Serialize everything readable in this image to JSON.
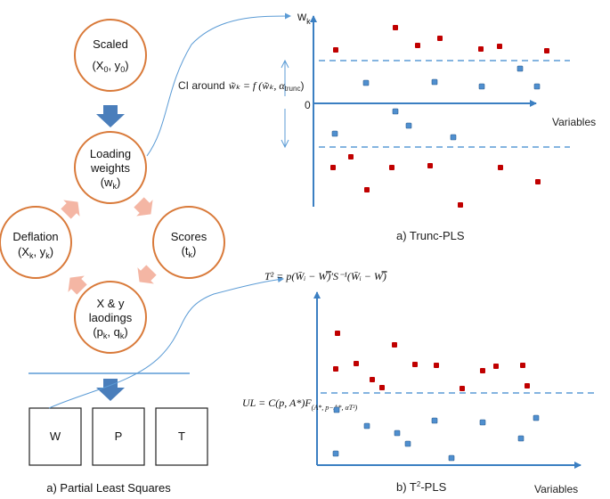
{
  "flow": {
    "scaled": {
      "title": "Scaled",
      "vars": "(X",
      "s1": "0",
      "mid": ", y",
      "s2": "0",
      "end": ")"
    },
    "loading": {
      "line1": "Loading",
      "line2": "weights",
      "open": "(w",
      "s": "k",
      "close": ")"
    },
    "scores": {
      "title": "Scores",
      "open": "(t",
      "s": "k",
      "close": ")"
    },
    "xy": {
      "line1": "X & y",
      "line2": "laodings",
      "open": "(p",
      "s1": "k",
      "mid": ", q",
      "s2": "k",
      "close": ")"
    },
    "deflation": {
      "title": "Deflation",
      "open": "(X",
      "s1": "k",
      "mid": ", y",
      "s2": "k",
      "close": ")"
    },
    "matrices": [
      "W",
      "P",
      "T"
    ],
    "caption": "a)   Partial Least Squares"
  },
  "trunc": {
    "axis_y": "w",
    "axis_y_sub": "k",
    "axis_x": "Variables",
    "zero": "0",
    "ci_prefix": "CI around",
    "ci_formula": "w̃ₖ = f (w̃ₖ, α",
    "ci_sub": "trunc",
    "ci_close": ")",
    "caption": "a)   Trunc-PLS",
    "colors": {
      "high": "#c00000",
      "low": "#4f8fcf",
      "axis": "#3b7fc2"
    }
  },
  "t2": {
    "formula": "T² = p(W̄ᵢ − W̿)′S⁻¹(W̄ᵢ − W̿)",
    "ul": "UL = C(p, A*)F",
    "ul_sub": "(A*, p−A*, αT²)",
    "axis_x": "Variables",
    "caption_prefix": "b)   T",
    "caption_sup": "2",
    "caption_suffix": "-PLS"
  }
}
